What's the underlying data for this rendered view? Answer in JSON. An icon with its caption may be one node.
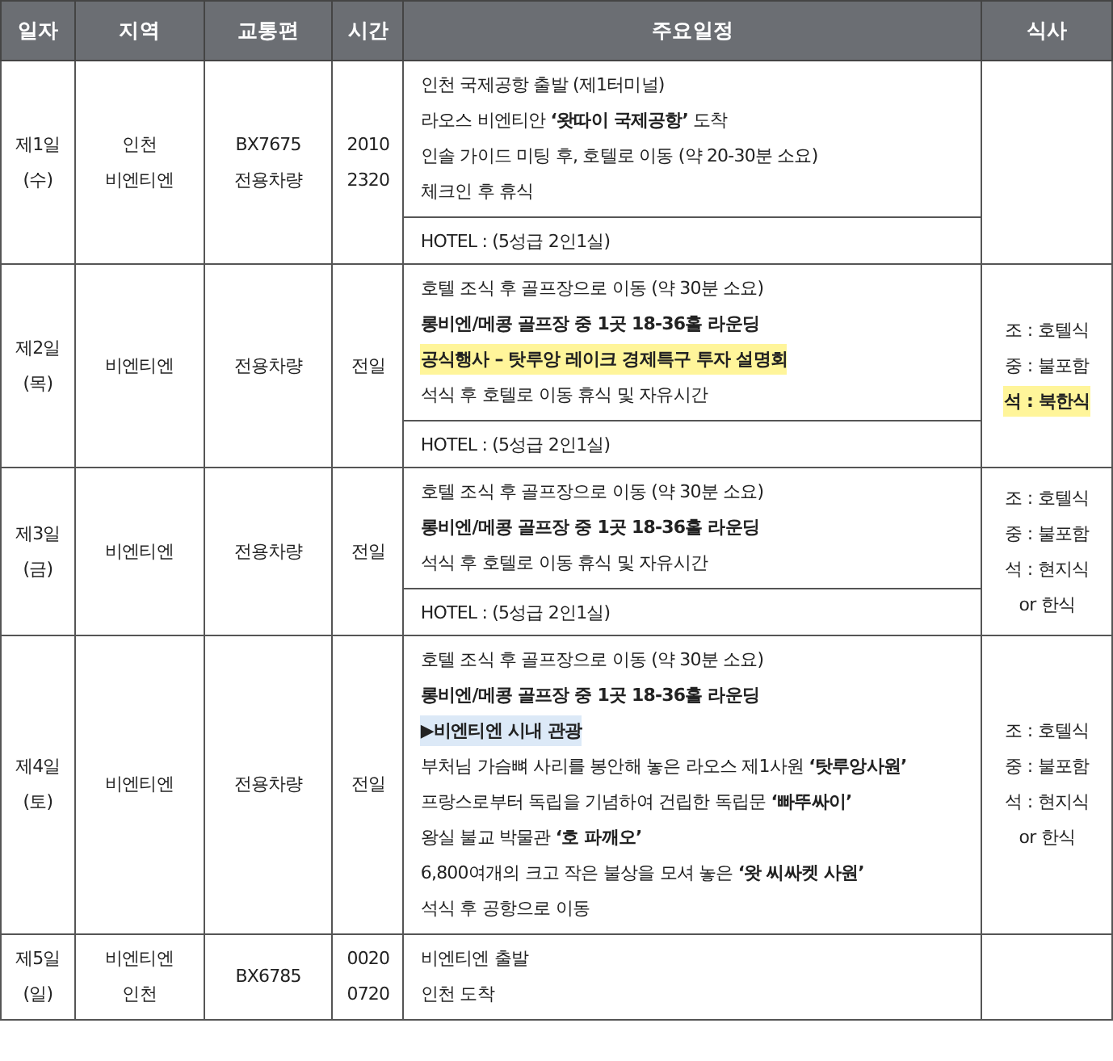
{
  "diagram": {
    "labels": [
      "일자",
      "지역",
      "교통편",
      "시간",
      "주요일정",
      "식사",
      "제1일",
      "(수)",
      "인천",
      "비엔티엔",
      "BX7675",
      "전용차량",
      "2010",
      "2320",
      "인천 국제공항 출발 (제1터미널)",
      "라오스 비엔티안 **‘왓따이 국제공항’** 도착",
      "인솔 가이드 미팅 후, 호텔로 이동 (약 20-30분 소요)",
      "체크인 후 휴식",
      "HOTEL : (5성급 2인1실)",
      "제2일",
      "(목)",
      "비엔티엔",
      "전용차량",
      "전일",
      "호텔 조식 후 골프장으로 이동 (약 30분 소요)",
      "롱비엔/메콩 골프장 중 1곳 18-36홀 라운딩",
      "공식행사 – 탓루앙 레이크 경제특구 투자 설명회",
      "석식 후 호텔로 이동 휴식 및 자유시간",
      "HOTEL : (5성급 2인1실)",
      "조 : 호텔식",
      "중 : 불포함",
      "석 : 북한식",
      "제3일",
      "(금)",
      "비엔티엔",
      "전용차량",
      "전일",
      "호텔 조식 후 골프장으로 이동 (약 30분 소요)",
      "롱비엔/메콩 골프장 중 1곳 18-36홀 라운딩",
      "석식 후 호텔로 이동 휴식 및 자유시간",
      "HOTEL : (5성급 2인1실)",
      "조 : 호텔식",
      "중 : 불포함",
      "석 : 현지식",
      "or 한식",
      "제4일",
      "(토)",
      "비엔티엔",
      "전용차량",
      "전일",
      "호텔 조식 후 골프장으로 이동 (약 30분 소요)",
      "롱비엔/메콩 골프장 중 1곳 18-36홀 라운딩",
      "▶비엔티엔 시내 관광",
      "부처님 가슴뼈 사리를 봉안해 놓은 라오스 제1사원 **‘탓루앙사원’**",
      "프랑스로부터 독립을 기념하여 건립한 독립문 **‘빠뚜싸이’**",
      "왕실 불교 박물관 **‘호 파깨오’**",
      "6,800여개의 크고 작은 불상을 모셔 놓은 **‘왓 씨싸켓 사원’**",
      "석식 후 공항으로 이동",
      "조 : 호텔식",
      "중 : 불포함",
      "석 : 현지식",
      "or 한식",
      "제5일",
      "(일)",
      "비엔티엔",
      "인천",
      "BX6785",
      "0020",
      "0720",
      "비엔티엔 출발",
      "인천 도착"
    ]
  }
}
